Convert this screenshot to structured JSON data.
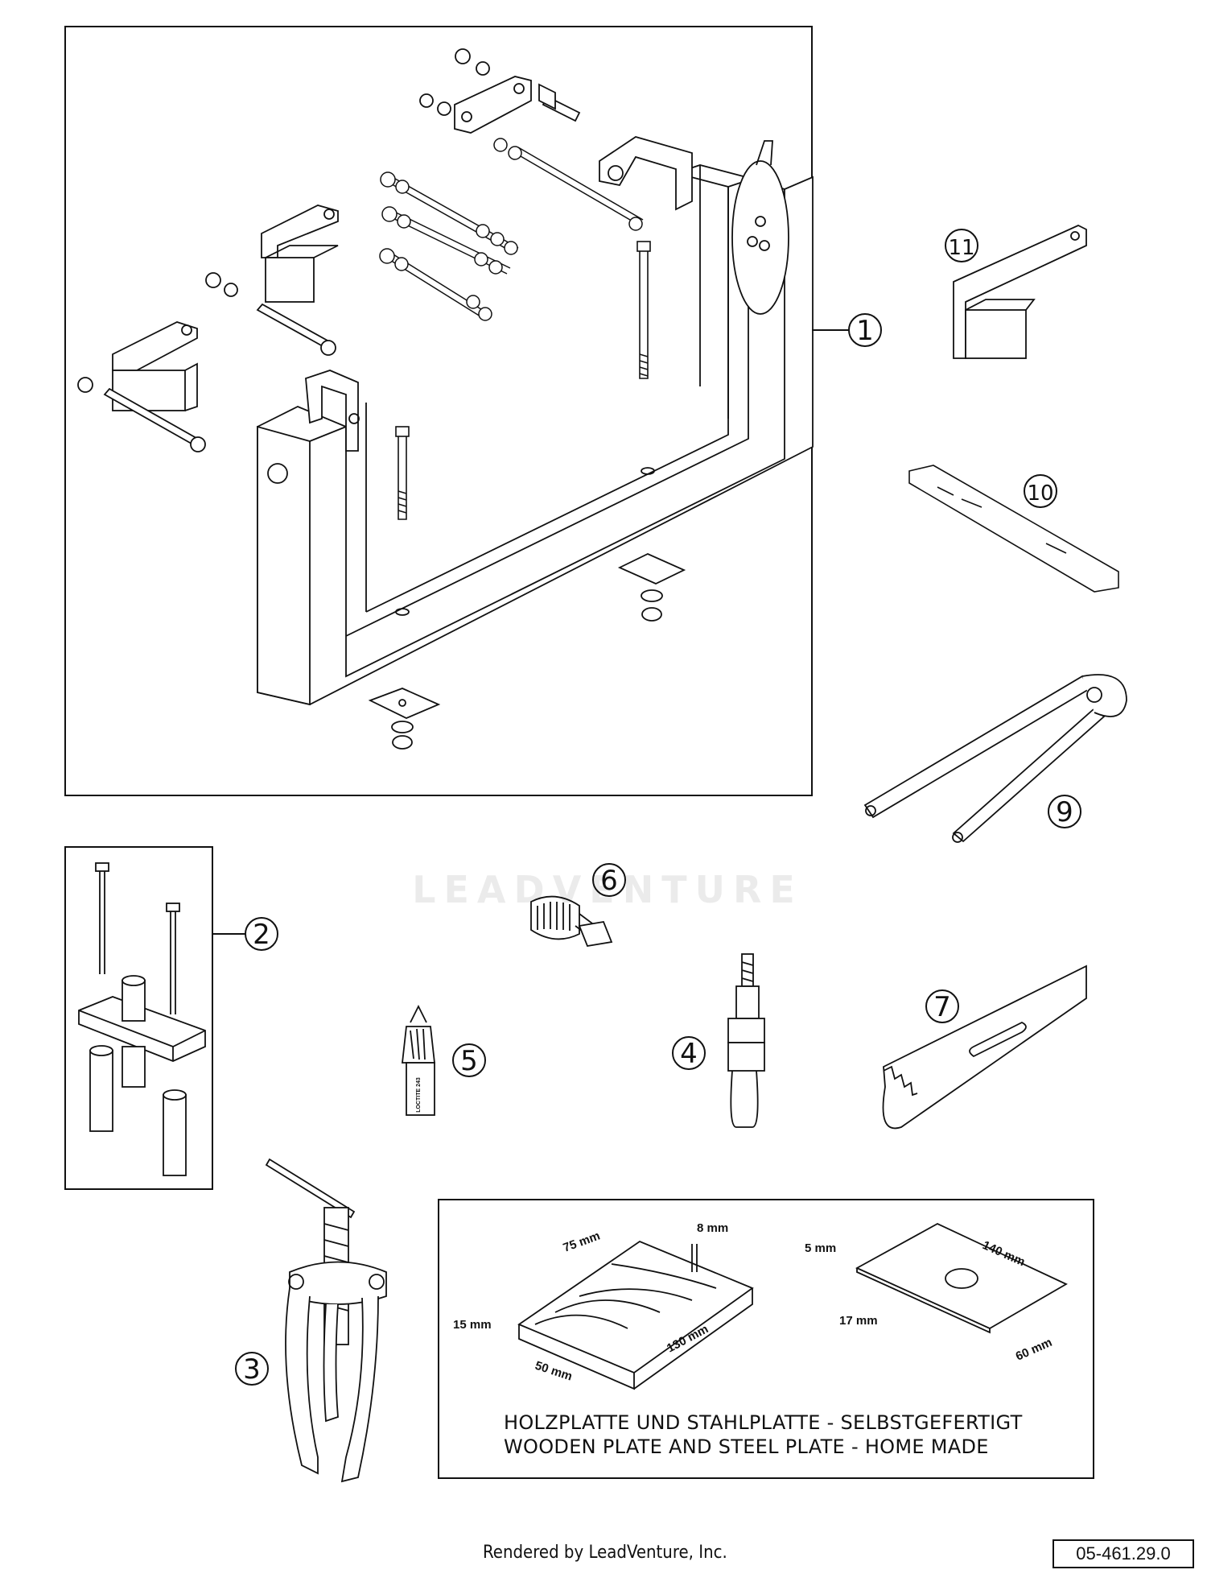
{
  "callouts": [
    {
      "id": "1",
      "label": "1"
    },
    {
      "id": "2",
      "label": "2"
    },
    {
      "id": "3",
      "label": "3"
    },
    {
      "id": "4",
      "label": "4"
    },
    {
      "id": "5",
      "label": "5"
    },
    {
      "id": "6",
      "label": "6"
    },
    {
      "id": "7",
      "label": "7"
    },
    {
      "id": "9",
      "label": "9"
    },
    {
      "id": "10",
      "label": "10"
    },
    {
      "id": "11",
      "label": "11"
    }
  ],
  "tube_label": "LOCTITE 243",
  "plates": {
    "wood": {
      "dim_thickness_gap": "8 mm",
      "dim_top": "75 mm",
      "dim_height": "15 mm",
      "dim_length": "130 mm",
      "dim_width": "50 mm"
    },
    "steel": {
      "dim_thickness": "5 mm",
      "dim_length": "140 mm",
      "dim_hole": "17 mm",
      "dim_width": "60 mm"
    },
    "caption_de": "HOLZPLATTE UND STAHLPLATTE - SELBSTGEFERTIGT",
    "caption_en": "WOODEN PLATE AND STEEL PLATE - HOME MADE"
  },
  "watermark": "LEADVENTURE",
  "footer": {
    "rendered_by": "Rendered by LeadVenture, Inc.",
    "diagram_ref": "05-461.29.0"
  }
}
